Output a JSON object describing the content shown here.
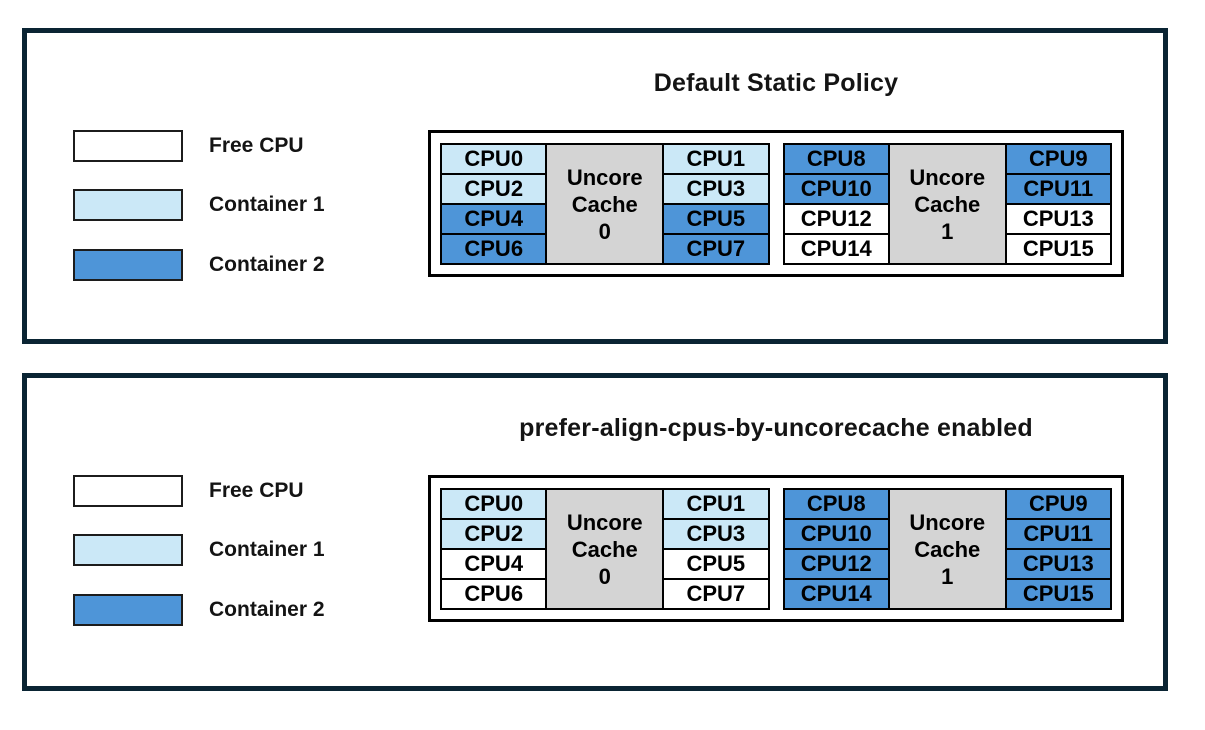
{
  "colors": {
    "free": "#ffffff",
    "container1": "#cbe8f7",
    "container2": "#4e95d8",
    "cache_fill": "#d4d4d4",
    "panel_border": "#0a2433"
  },
  "panels": [
    {
      "title": "Default Static Policy",
      "legend": [
        {
          "label": "Free CPU",
          "owner": "free"
        },
        {
          "label": "Container 1",
          "owner": "container1"
        },
        {
          "label": "Container 2",
          "owner": "container2"
        }
      ],
      "groups": [
        {
          "cache_label": "Uncore\nCache\n0",
          "left_cpus": [
            {
              "label": "CPU0",
              "owner": "container1"
            },
            {
              "label": "CPU2",
              "owner": "container1"
            },
            {
              "label": "CPU4",
              "owner": "container2"
            },
            {
              "label": "CPU6",
              "owner": "container2"
            }
          ],
          "right_cpus": [
            {
              "label": "CPU1",
              "owner": "container1"
            },
            {
              "label": "CPU3",
              "owner": "container1"
            },
            {
              "label": "CPU5",
              "owner": "container2"
            },
            {
              "label": "CPU7",
              "owner": "container2"
            }
          ]
        },
        {
          "cache_label": "Uncore\nCache\n1",
          "left_cpus": [
            {
              "label": "CPU8",
              "owner": "container2"
            },
            {
              "label": "CPU10",
              "owner": "container2"
            },
            {
              "label": "CPU12",
              "owner": "free"
            },
            {
              "label": "CPU14",
              "owner": "free"
            }
          ],
          "right_cpus": [
            {
              "label": "CPU9",
              "owner": "container2"
            },
            {
              "label": "CPU11",
              "owner": "container2"
            },
            {
              "label": "CPU13",
              "owner": "free"
            },
            {
              "label": "CPU15",
              "owner": "free"
            }
          ]
        }
      ]
    },
    {
      "title": "prefer-align-cpus-by-uncorecache enabled",
      "legend": [
        {
          "label": "Free CPU",
          "owner": "free"
        },
        {
          "label": "Container 1",
          "owner": "container1"
        },
        {
          "label": "Container 2",
          "owner": "container2"
        }
      ],
      "groups": [
        {
          "cache_label": "Uncore\nCache\n0",
          "left_cpus": [
            {
              "label": "CPU0",
              "owner": "container1"
            },
            {
              "label": "CPU2",
              "owner": "container1"
            },
            {
              "label": "CPU4",
              "owner": "free"
            },
            {
              "label": "CPU6",
              "owner": "free"
            }
          ],
          "right_cpus": [
            {
              "label": "CPU1",
              "owner": "container1"
            },
            {
              "label": "CPU3",
              "owner": "container1"
            },
            {
              "label": "CPU5",
              "owner": "free"
            },
            {
              "label": "CPU7",
              "owner": "free"
            }
          ]
        },
        {
          "cache_label": "Uncore\nCache\n1",
          "left_cpus": [
            {
              "label": "CPU8",
              "owner": "container2"
            },
            {
              "label": "CPU10",
              "owner": "container2"
            },
            {
              "label": "CPU12",
              "owner": "container2"
            },
            {
              "label": "CPU14",
              "owner": "container2"
            }
          ],
          "right_cpus": [
            {
              "label": "CPU9",
              "owner": "container2"
            },
            {
              "label": "CPU11",
              "owner": "container2"
            },
            {
              "label": "CPU13",
              "owner": "container2"
            },
            {
              "label": "CPU15",
              "owner": "container2"
            }
          ]
        }
      ]
    }
  ]
}
